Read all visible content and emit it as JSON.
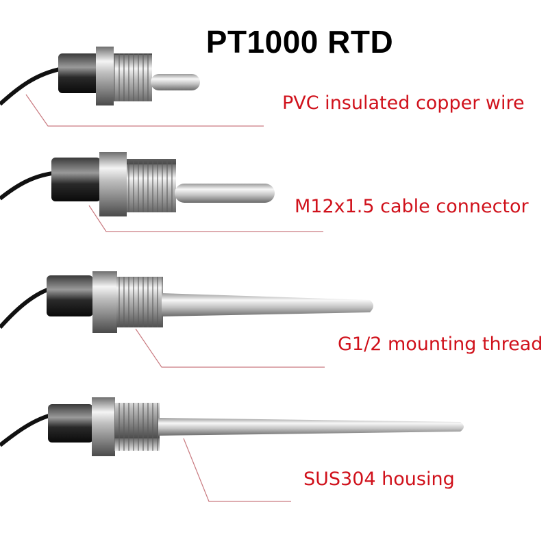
{
  "title": "PT1000 RTD",
  "callouts": [
    "PVC insulated copper wire",
    "M12x1.5 cable connector",
    "G1/2 mounting thread",
    "SUS304 housing"
  ],
  "colors": {
    "title": "#000000",
    "callout_text": "#d0111b",
    "leader_line": "#c97a80",
    "cable": "#111111",
    "steel": "#c8c8c8"
  }
}
